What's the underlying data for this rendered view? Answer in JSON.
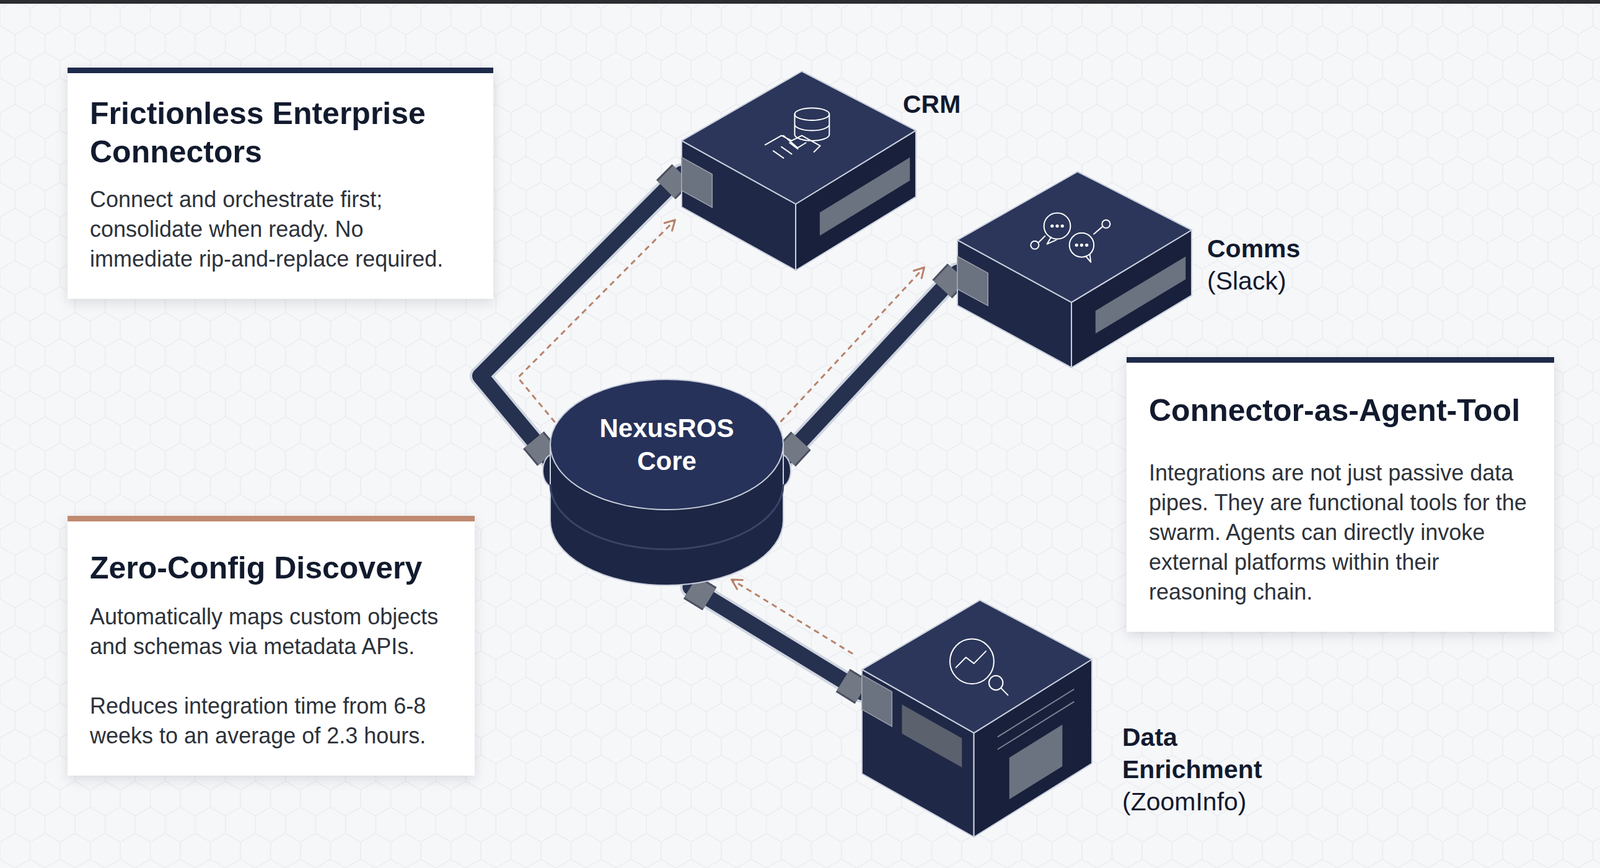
{
  "diagram": {
    "nodes": [
      {
        "text": [
          "Frictionless Enterprise Connectors",
          "Connect and orchestrate first; consolidate when ready. No immediate rip-and-replace required."
        ]
      },
      {
        "text": [
          "CRM"
        ]
      },
      {
        "text": [
          "Comms",
          "(Slack)"
        ]
      },
      {
        "text": [
          "NexusROS Core"
        ]
      },
      {
        "text": [
          "Connector-as-Agent-Tool",
          "Integrations are not just passive data pipes. They are functional tools for the swarm. Agents can directly invoke external platforms within their reasoning chain."
        ]
      },
      {
        "text": [
          "Zero-Config Discovery",
          "Automatically maps custom objects and schemas via metadata APIs.",
          "Reduces integration time from 6-8 weeks to an average of 2.3 hours."
        ]
      },
      {
        "text": [
          "Data Enrichment",
          "(ZoomInfo)"
        ]
      }
    ],
    "edges": [
      {
        "from": 3,
        "to": 1,
        "arrow": "to"
      },
      {
        "from": 3,
        "to": 2,
        "arrow": "to"
      },
      {
        "from": 6,
        "to": 3,
        "arrow": "to"
      }
    ]
  }
}
